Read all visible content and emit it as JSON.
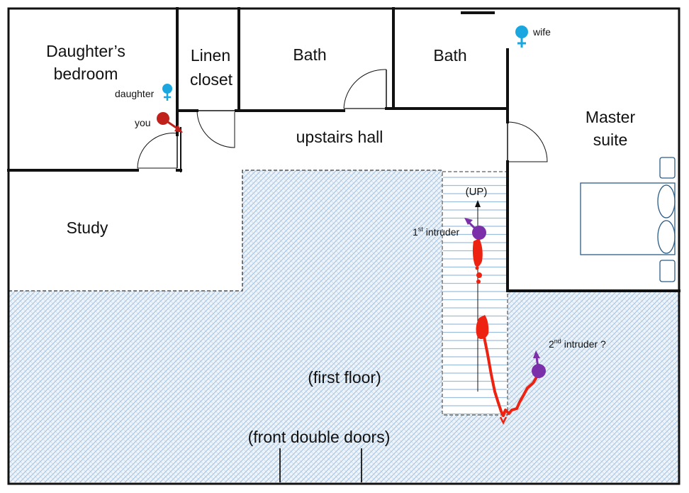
{
  "rooms": {
    "daughters_bedroom": [
      "Daughter’s",
      "bedroom"
    ],
    "linen_closet": [
      "Linen",
      "closet"
    ],
    "bath_1": "Bath",
    "bath_2": "Bath",
    "upstairs_hall": "upstairs hall",
    "master_suite": [
      "Master",
      "suite"
    ],
    "study": "Study"
  },
  "annotations": {
    "up": "(UP)",
    "first_floor": "(first floor)",
    "front_doors": "(front double doors)"
  },
  "people": {
    "wife": "wife",
    "daughter": "daughter",
    "you": "you",
    "intruder_1": {
      "num": "1",
      "sup": "st",
      "rest": " intruder"
    },
    "intruder_2": {
      "num": "2",
      "sup": "nd",
      "rest": " intruder ?"
    }
  },
  "colors": {
    "female_symbol": "#1aa7e0",
    "you_marker": "#c0211b",
    "intruder_marker": "#7b2fa8",
    "blood_trail": "#ee2211",
    "first_floor_hatch": "#8fb4d8",
    "stair_lines": "#9dbfdc",
    "walls": "#111111"
  }
}
